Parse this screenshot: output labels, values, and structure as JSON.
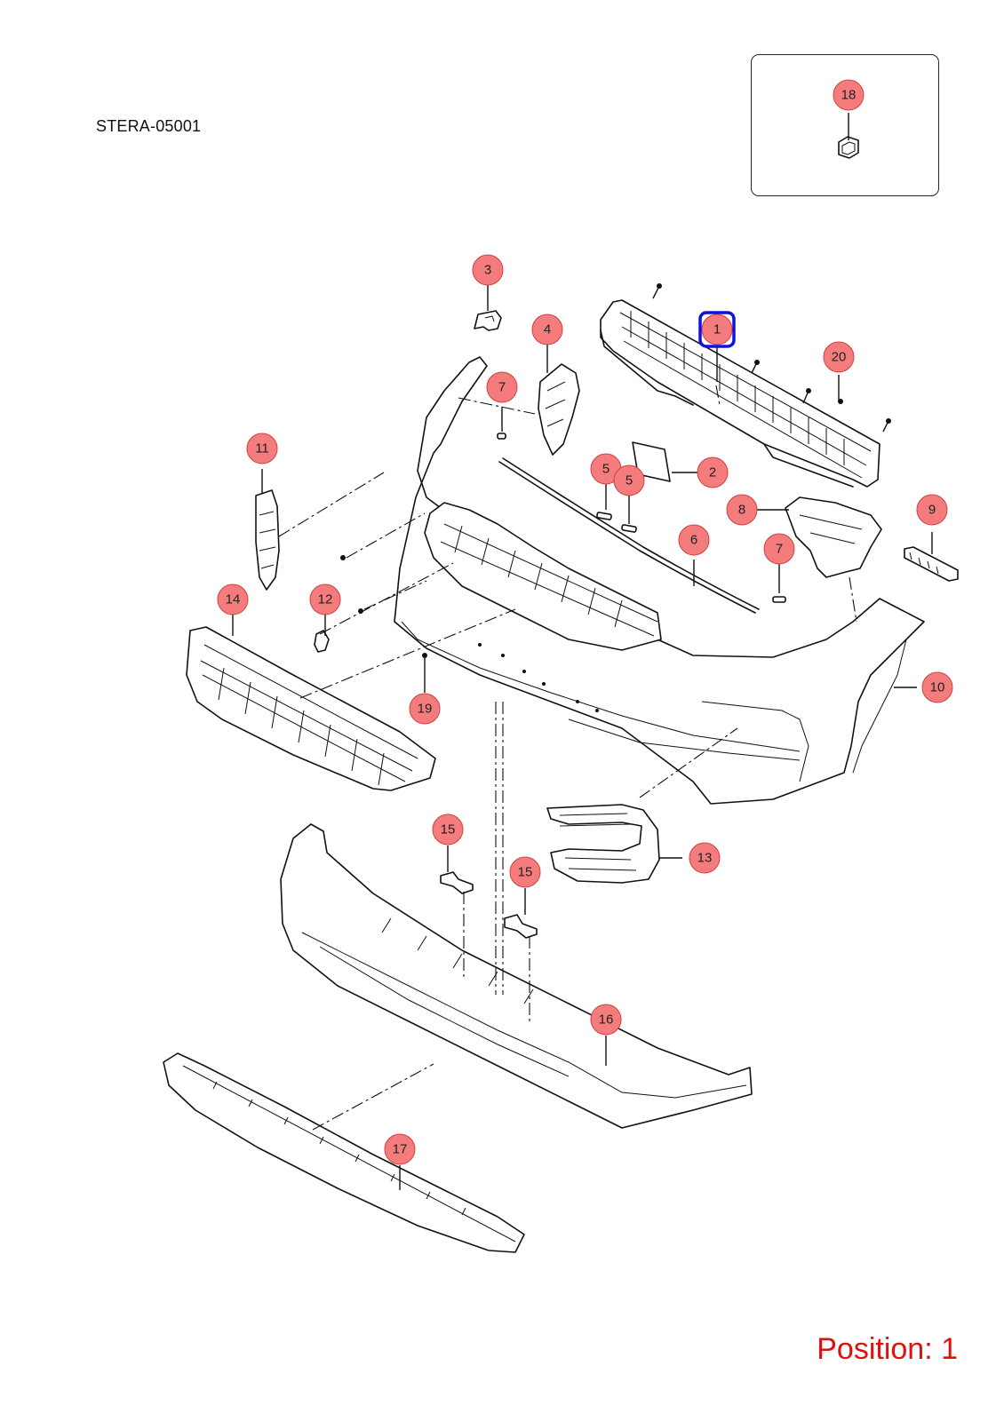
{
  "header": {
    "code": "STERA-05001"
  },
  "footer": {
    "position_text": "Position: 1"
  },
  "callouts": [
    {
      "id": "callout-1",
      "label": "1",
      "highlighted": true
    },
    {
      "id": "callout-2",
      "label": "2"
    },
    {
      "id": "callout-3",
      "label": "3"
    },
    {
      "id": "callout-4",
      "label": "4"
    },
    {
      "id": "callout-5a",
      "label": "5"
    },
    {
      "id": "callout-5b",
      "label": "5"
    },
    {
      "id": "callout-6",
      "label": "6"
    },
    {
      "id": "callout-7a",
      "label": "7"
    },
    {
      "id": "callout-7b",
      "label": "7"
    },
    {
      "id": "callout-8",
      "label": "8"
    },
    {
      "id": "callout-9",
      "label": "9"
    },
    {
      "id": "callout-10",
      "label": "10"
    },
    {
      "id": "callout-11",
      "label": "11"
    },
    {
      "id": "callout-12",
      "label": "12"
    },
    {
      "id": "callout-13",
      "label": "13"
    },
    {
      "id": "callout-14",
      "label": "14"
    },
    {
      "id": "callout-15a",
      "label": "15"
    },
    {
      "id": "callout-15b",
      "label": "15"
    },
    {
      "id": "callout-16",
      "label": "16"
    },
    {
      "id": "callout-17",
      "label": "17"
    },
    {
      "id": "callout-18",
      "label": "18"
    },
    {
      "id": "callout-19",
      "label": "19"
    },
    {
      "id": "callout-20",
      "label": "20"
    }
  ],
  "colors": {
    "callout_fill": "#f47c7c",
    "highlight": "#1010e0",
    "position_text": "#e01010"
  }
}
